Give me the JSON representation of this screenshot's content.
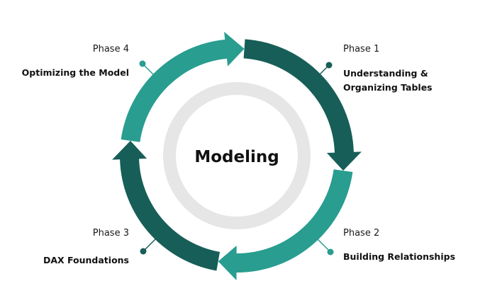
{
  "center": {
    "title": "Modeling"
  },
  "phases": [
    {
      "number": "Phase 1",
      "title": "Understanding &\nOrganizing Tables"
    },
    {
      "number": "Phase 2",
      "title": "Building Relationships"
    },
    {
      "number": "Phase 3",
      "title": "DAX Foundations"
    },
    {
      "number": "Phase 4",
      "title": "Optimizing the Model"
    }
  ],
  "colors": {
    "dark_teal": "#175e58",
    "light_teal": "#289d90",
    "inner_ring": "#e6e6e6",
    "inner_fill": "#ffffff"
  }
}
